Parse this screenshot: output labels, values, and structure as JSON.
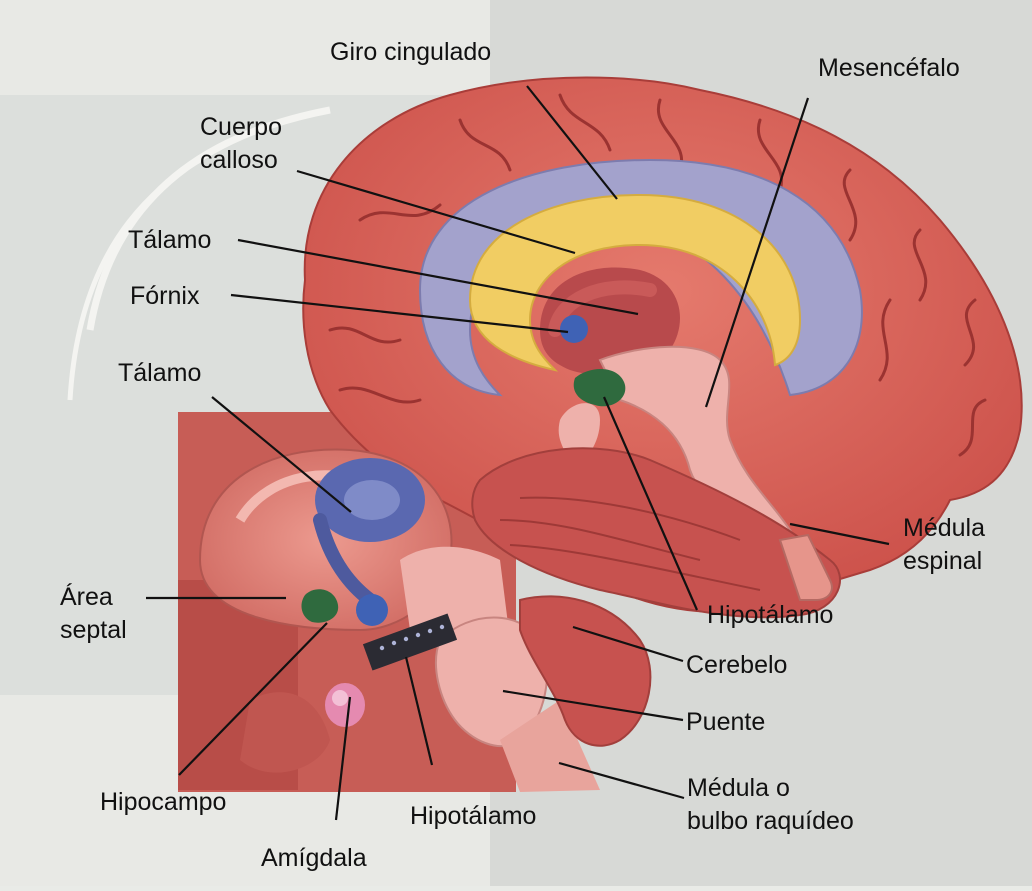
{
  "labels": {
    "giro_cingulado": "Giro cingulado",
    "mesencefalo": "Mesencéfalo",
    "cuerpo_calloso_1": "Cuerpo",
    "cuerpo_calloso_2": "calloso",
    "talamo_top": "Tálamo",
    "fornix": "Fórnix",
    "talamo_left": "Tálamo",
    "medula_espinal_1": "Médula",
    "medula_espinal_2": "espinal",
    "area_septal_1": "Área",
    "area_septal_2": "septal",
    "hipotalamo_right": "Hipotálamo",
    "cerebelo": "Cerebelo",
    "puente": "Puente",
    "medula_oblonga_1": "Médula o",
    "medula_oblonga_2": "bulbo raquídeo",
    "hipocampo": "Hipocampo",
    "hipotalamo_bottom": "Hipotálamo",
    "amigdala": "Amígdala"
  },
  "colors": {
    "cortex": "#d9615a",
    "cingulate": "#a3a2cc",
    "corpus_callosum": "#f1cd63",
    "thalamus": "#b84a4c",
    "hypothalamus": "#2f6a3e",
    "fornix": "#3f62b5",
    "amygdala": "#e58ab0",
    "cerebellum": "#c7524f"
  }
}
